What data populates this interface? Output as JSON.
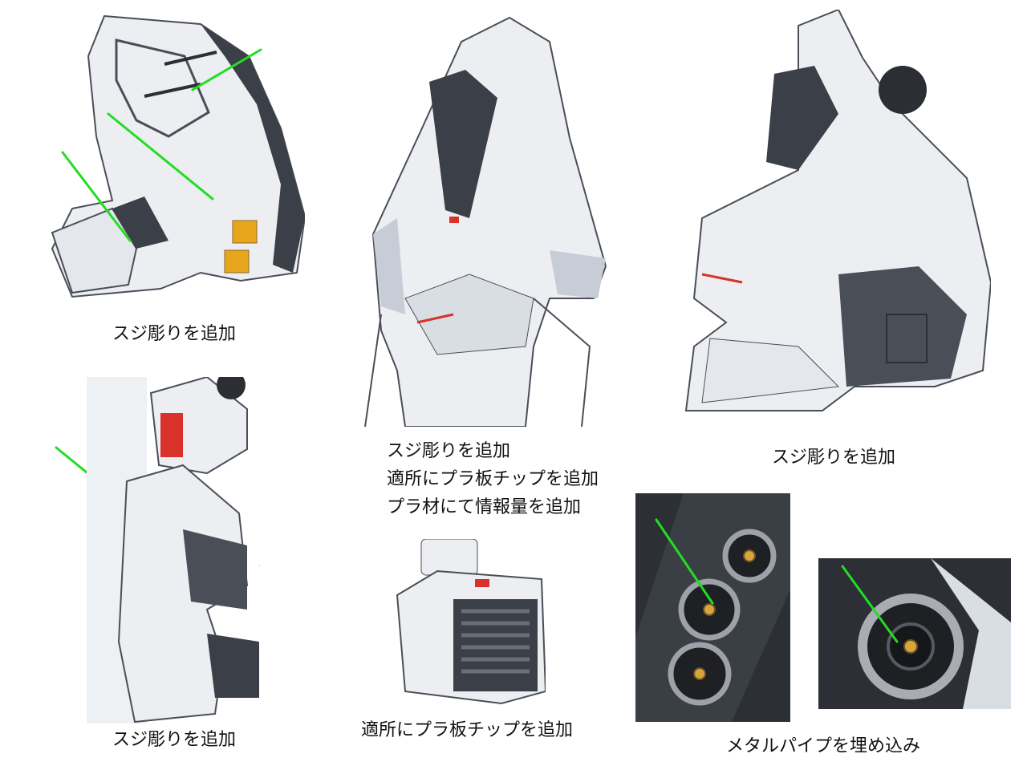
{
  "captions": {
    "left_arm": "スジ彫りを追加",
    "front_torso_1": "スジ彫りを追加",
    "front_torso_2": "適所にプラ板チップを追加",
    "front_torso_3": "プラ材にて情報量を追加",
    "side_torso": "スジ彫りを追加",
    "left_leg": "スジ彫りを追加",
    "backpack": "適所にプラ板チップを追加",
    "thrusters": "メタルパイプを埋め込み"
  },
  "colors": {
    "pointer_line": "#22dd22",
    "armor_white": "#eceef2",
    "armor_shadow": "#c7ccd6",
    "frame_gray": "#4a4e57",
    "accent_red": "#d8322a",
    "accent_yellow": "#e8a61c",
    "metal": "#a9acb2"
  }
}
